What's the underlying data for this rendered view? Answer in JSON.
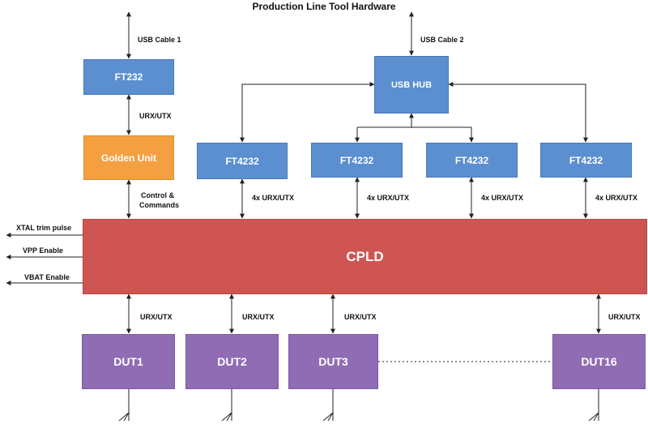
{
  "title": "Production Line Tool Hardware",
  "nodes": {
    "ft232": "FT232",
    "usb_hub": "USB HUB",
    "golden_unit": "Golden Unit",
    "ft4232_1": "FT4232",
    "ft4232_2": "FT4232",
    "ft4232_3": "FT4232",
    "ft4232_4": "FT4232",
    "cpld": "CPLD",
    "dut1": "DUT1",
    "dut2": "DUT2",
    "dut3": "DUT3",
    "dut16": "DUT16"
  },
  "labels": {
    "usb_cable_1": "USB Cable 1",
    "usb_cable_2": "USB Cable 2",
    "ft232_golden": "URX/UTX",
    "control_1": "Control &",
    "control_2": "Commands",
    "ft4232_1_link": "4x URX/UTX",
    "ft4232_2_link": "4x URX/UTX",
    "ft4232_3_link": "4x URX/UTX",
    "ft4232_4_link": "4x URX/UTX",
    "xtal": "XTAL trim pulse",
    "vpp": "VPP Enable",
    "vbat": "VBAT Enable",
    "dut1_link": "URX/UTX",
    "dut2_link": "URX/UTX",
    "dut3_link": "URX/UTX",
    "dut16_link": "URX/UTX"
  },
  "colors": {
    "ft_blue": "#5b8fcf",
    "golden_orange": "#f5a040",
    "cpld_red": "#cf5552",
    "dut_purple": "#8f6cb3"
  }
}
